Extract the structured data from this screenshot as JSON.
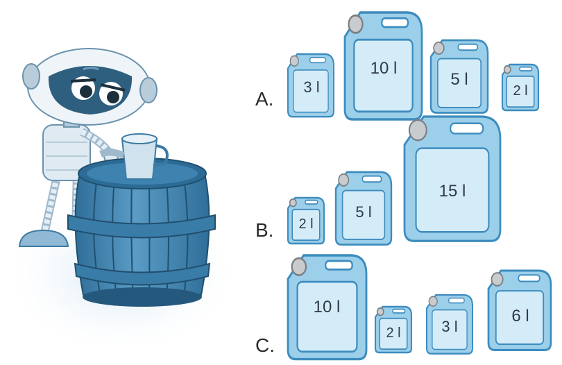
{
  "colors": {
    "can_body": "#9ccfe9",
    "can_stroke": "#3d8cbf",
    "can_panel": "#d4ecf8",
    "cap": "#c9ccce",
    "barrel": "#4a8db8",
    "barrel_dark": "#2c6b95",
    "robot_white": "#dfeaf2",
    "robot_dark": "#2f5f7f"
  },
  "options": [
    {
      "label": "A.",
      "cans": [
        "3 l",
        "10 l",
        "5 l",
        "2 l"
      ]
    },
    {
      "label": "B.",
      "cans": [
        "2 l",
        "5 l",
        "15 l"
      ]
    },
    {
      "label": "C.",
      "cans": [
        "10 l",
        "2 l",
        "3 l",
        "6 l"
      ]
    }
  ],
  "chart_data": {
    "type": "table",
    "rows": [
      {
        "option": "A.",
        "capacities_l": [
          3,
          10,
          5,
          2
        ]
      },
      {
        "option": "B.",
        "capacities_l": [
          2,
          5,
          15
        ]
      },
      {
        "option": "C.",
        "capacities_l": [
          10,
          2,
          3,
          6
        ]
      }
    ]
  }
}
